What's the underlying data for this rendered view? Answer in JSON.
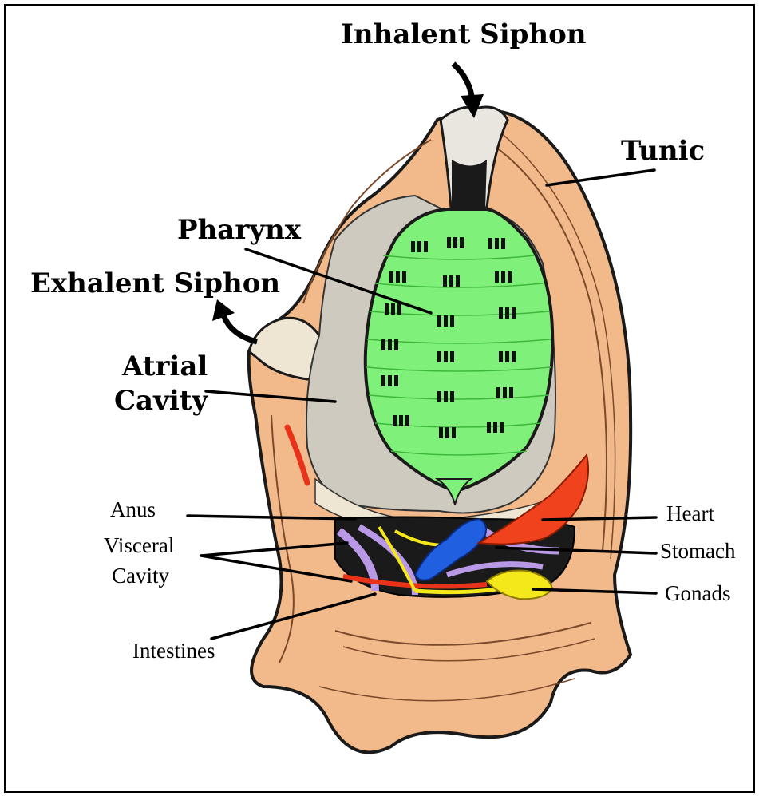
{
  "diagram": {
    "labels": {
      "inhalent_siphon": "Inhalent Siphon",
      "tunic": "Tunic",
      "pharynx": "Pharynx",
      "exhalent_siphon": "Exhalent Siphon",
      "atrial_line1": "Atrial",
      "atrial_line2": "Cavity",
      "anus": "Anus",
      "visceral_line1": "Visceral",
      "visceral_line2": "Cavity",
      "intestines": "Intestines",
      "heart": "Heart",
      "stomach": "Stomach",
      "gonads": "Gonads"
    },
    "colors": {
      "tunic": "#F2B98A",
      "tunic_dark": "#D99A66",
      "pharynx": "#7FF07A",
      "pharynx_dark": "#3FB83A",
      "atrial": "#E8E4DA",
      "heart": "#F0421C",
      "stomach": "#1F5FE0",
      "gonads": "#F5E81A",
      "visceral": "#B998E6",
      "intestine_red": "#E8331A",
      "body_outline": "#1a1a1a"
    }
  }
}
